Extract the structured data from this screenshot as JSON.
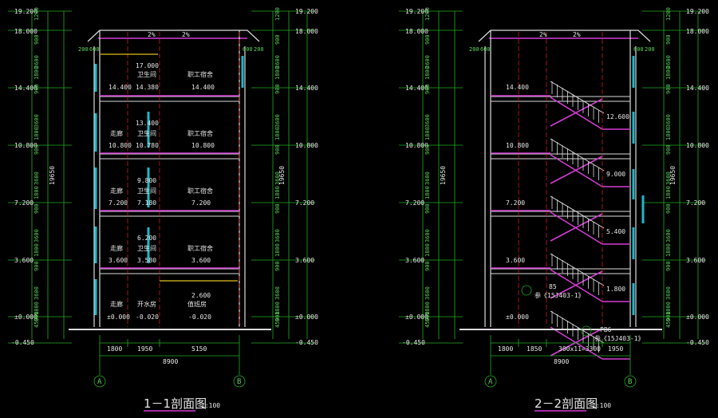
{
  "sections": [
    {
      "id": "section-1",
      "title": "1－1剖面图",
      "scale": "1:100",
      "elev_labels": [
        "19.200",
        "18.000",
        "14.400",
        "10.800",
        "7.200",
        "3.600",
        "±0.000",
        "-0.450"
      ],
      "floor_marks": [
        "17.000",
        "14.380",
        "13.400",
        "10.780",
        "9.800",
        "7.180",
        "6.200",
        "3.580",
        "2.600",
        "-0.020",
        "-0.020"
      ],
      "rooms": [
        "卫生间",
        "职工宿舍",
        "走廊",
        "卫生间",
        "职工宿舍",
        "走廊",
        "卫生间",
        "职工宿舍",
        "走廊",
        "卫生间",
        "职工宿舍",
        "走廊",
        "开水房",
        "值班房"
      ],
      "dims_bottom": [
        "1800",
        "1950",
        "5150"
      ],
      "total": "8900",
      "axes": [
        "A",
        "B"
      ],
      "slope": [
        "2%",
        "2%"
      ],
      "small": [
        "200",
        "600",
        "600",
        "200"
      ]
    },
    {
      "id": "section-2",
      "title": "2－2剖面图",
      "scale": "1:100",
      "elev_labels": [
        "19.200",
        "18.000",
        "14.400",
        "10.800",
        "7.200",
        "3.600",
        "±0.000",
        "-0.450"
      ],
      "floor_marks": [
        "14.400",
        "12.600",
        "10.800",
        "9.000",
        "7.200",
        "5.400",
        "3.600",
        "1.800",
        "±0.000"
      ],
      "dims_bottom": [
        "1800",
        "1850",
        "300x11=3300",
        "1950"
      ],
      "total": "8900",
      "axes": [
        "A",
        "B"
      ],
      "slope": [
        "2%",
        "2%"
      ],
      "small": [
        "200",
        "600",
        "600",
        "200"
      ],
      "notes": [
        "85",
        "参《15J403-1》",
        "PB6",
        "参《15J403-1》"
      ]
    }
  ],
  "vertical_dims": [
    "1200",
    "900",
    "3600",
    "1800",
    "900",
    "3600",
    "1800",
    "900",
    "3600",
    "1800",
    "900",
    "3600",
    "1800",
    "900",
    "3600",
    "1800",
    "900",
    "450"
  ],
  "total_height": "19650"
}
